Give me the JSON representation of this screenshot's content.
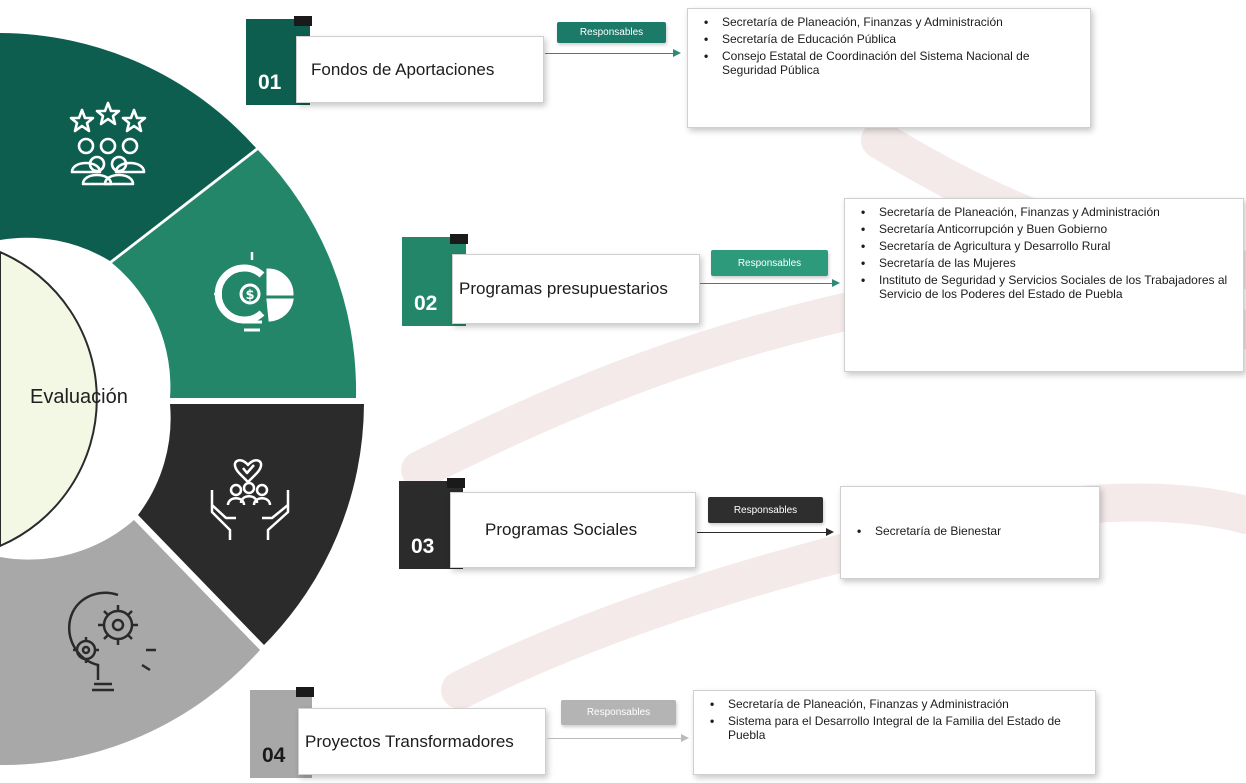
{
  "center": {
    "label": "Evaluación"
  },
  "colors": {
    "segment_1": "#0e5e4f",
    "segment_2": "#238668",
    "segment_3": "#2b2b2b",
    "segment_4": "#a8a8a8",
    "inner_circle": "#f3f8e5",
    "pill_1": "#1c7a68",
    "pill_2": "#2e9a7c",
    "pill_3": "#2e2e2e",
    "pill_4": "#b4b4b4"
  },
  "segments": [
    {
      "icon": "stars-people-icon"
    },
    {
      "icon": "money-pie-bulb-icon"
    },
    {
      "icon": "hands-community-heart-icon"
    },
    {
      "icon": "gears-head-icon"
    }
  ],
  "items": [
    {
      "number": "01",
      "title": "Fondos de Aportaciones",
      "responsible_label": "Responsables",
      "responsibles": [
        "Secretaría de Planeación, Finanzas y Administración",
        "Secretaría de Educación Pública",
        "Consejo Estatal de Coordinación del Sistema Nacional de Seguridad Pública"
      ]
    },
    {
      "number": "02",
      "title": "Programas presupuestarios",
      "responsible_label": "Responsables",
      "responsibles": [
        "Secretaría de Planeación, Finanzas y Administración",
        "Secretaría Anticorrupción y Buen Gobierno",
        "Secretaría de Agricultura y Desarrollo Rural",
        "Secretaría de las Mujeres",
        "Instituto de Seguridad y Servicios Sociales de los Trabajadores al Servicio de los Poderes del Estado de Puebla"
      ]
    },
    {
      "number": "03",
      "title": "Programas Sociales",
      "responsible_label": "Responsables",
      "responsibles": [
        "Secretaría de Bienestar"
      ]
    },
    {
      "number": "04",
      "title": "Proyectos Transformadores",
      "responsible_label": "Responsables",
      "responsibles": [
        "Secretaría de Planeación, Finanzas y Administración",
        "Sistema para el Desarrollo Integral de la Familia del Estado de Puebla"
      ]
    }
  ]
}
